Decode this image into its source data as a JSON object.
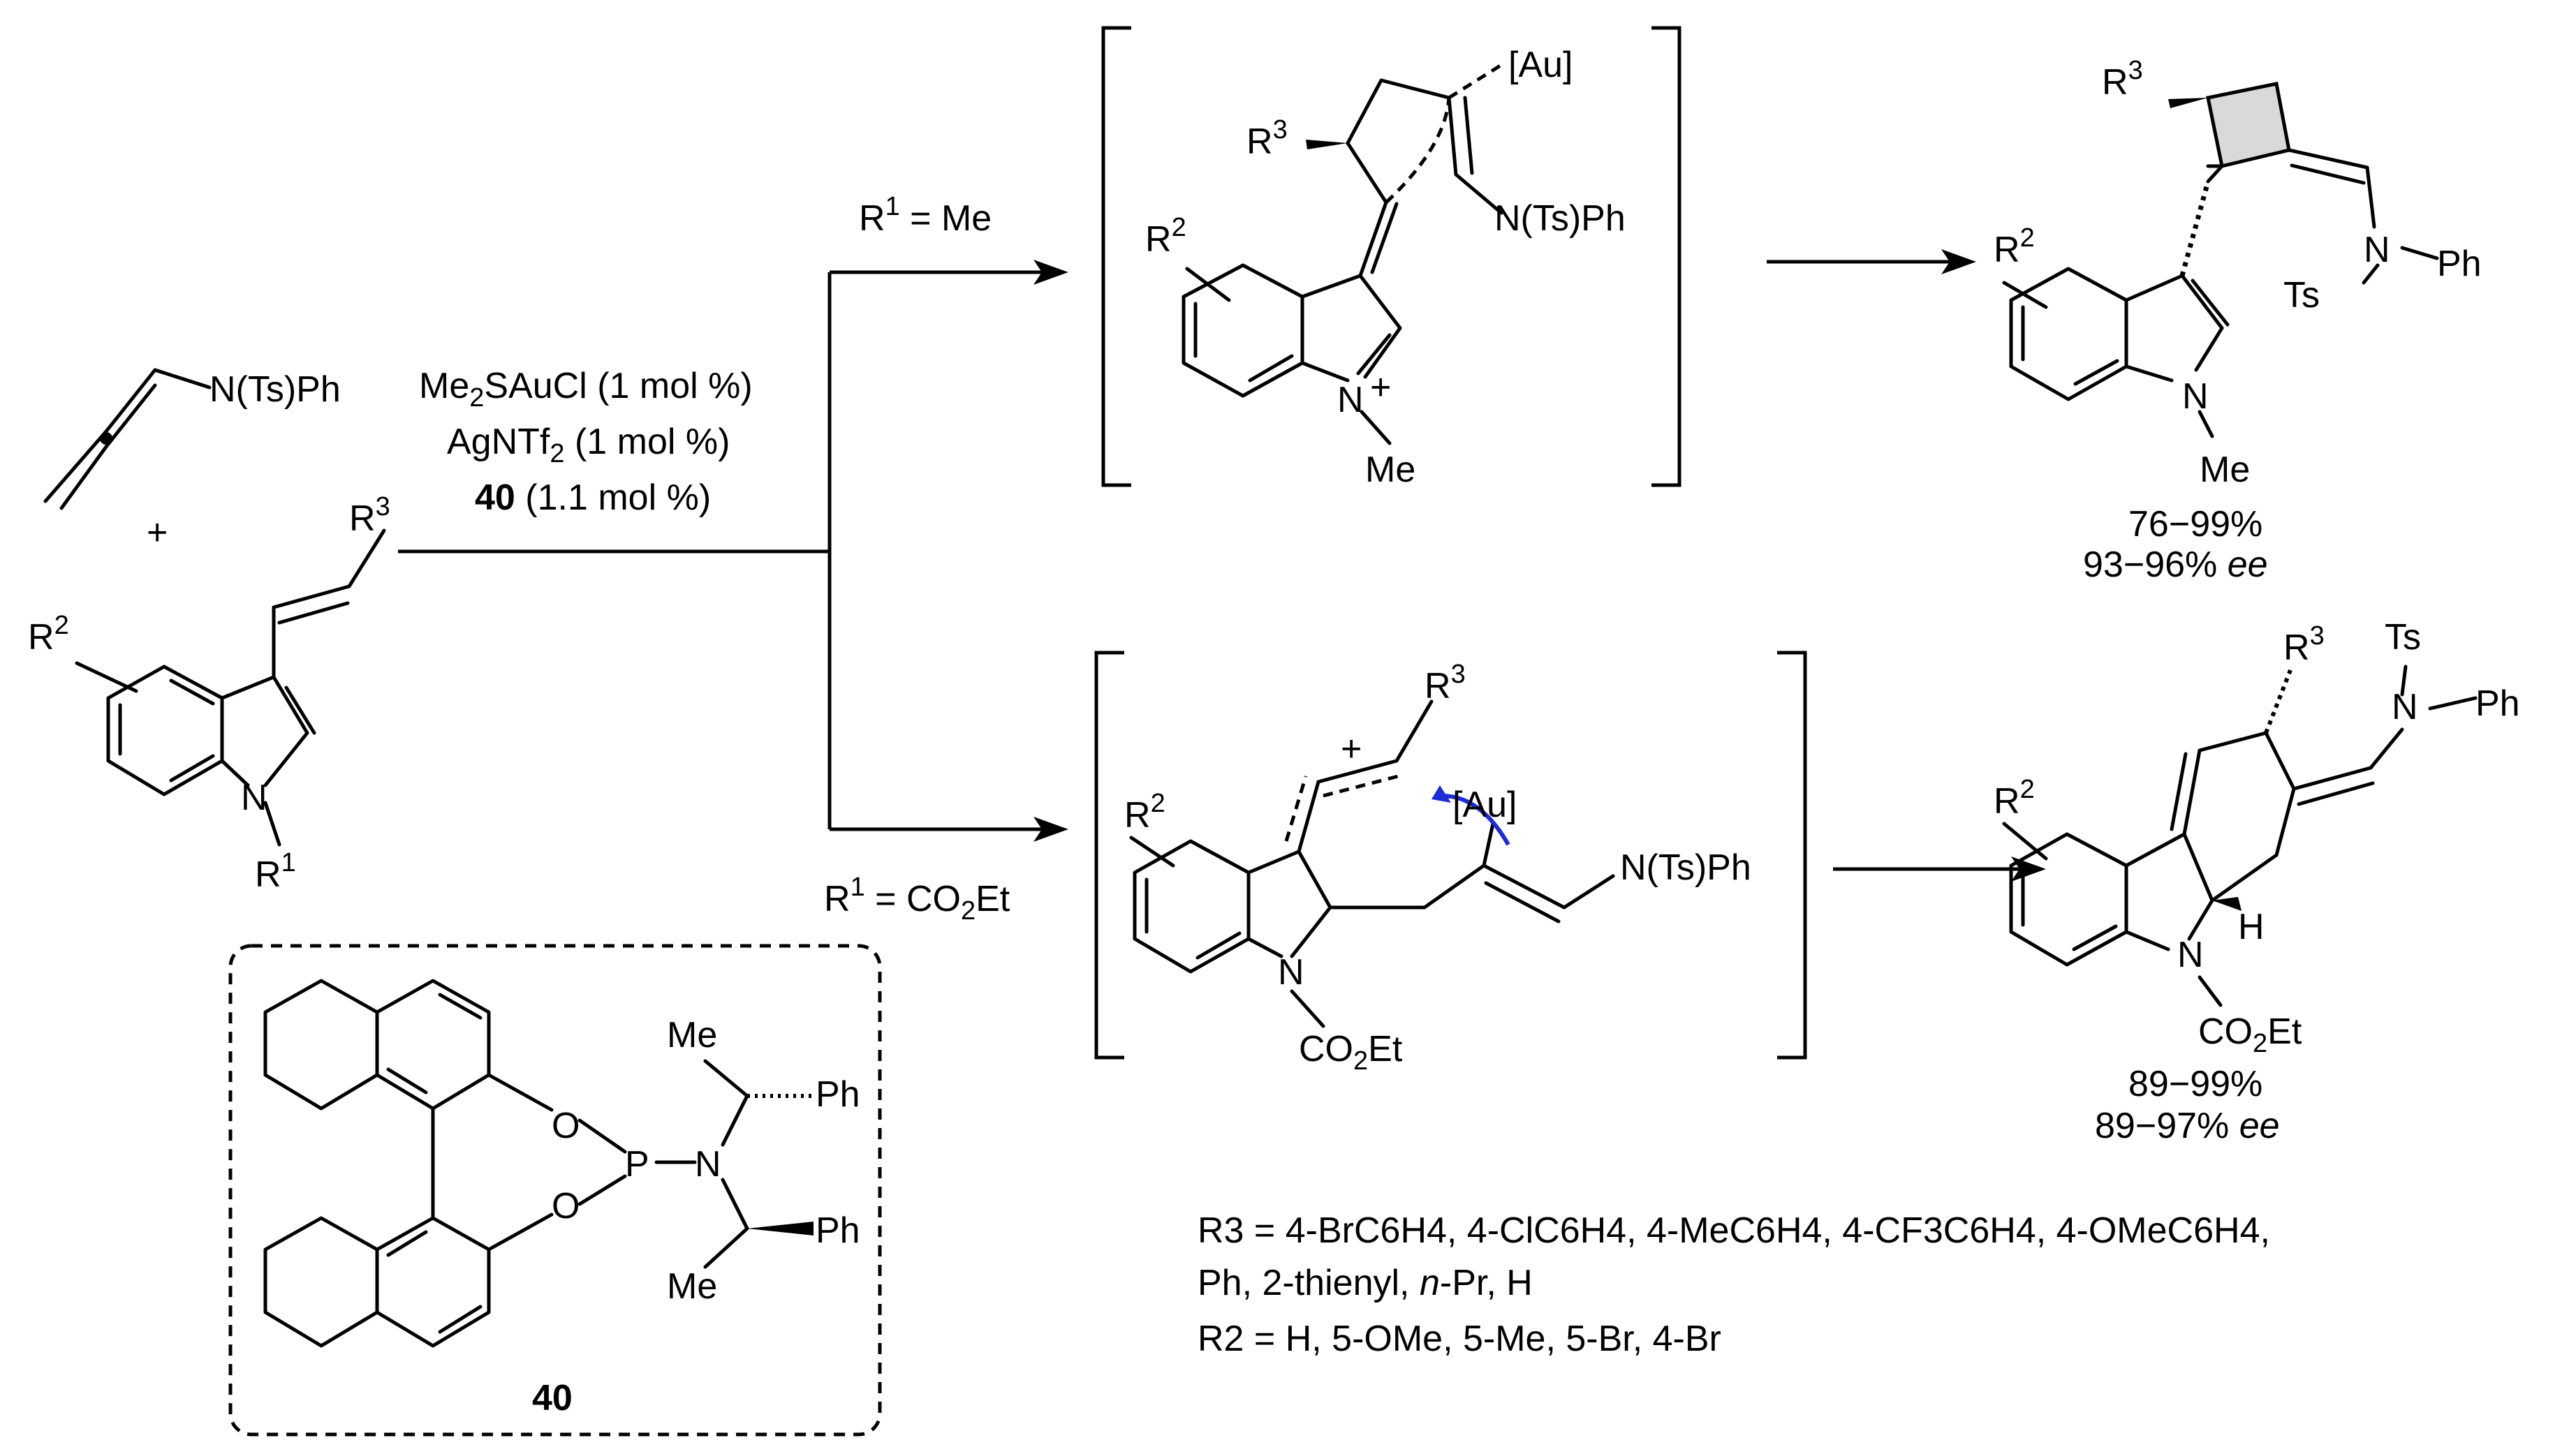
{
  "reagent_allenamide": "N(Ts)Ph",
  "plus_sign": "+",
  "indole_substituents": {
    "r3": "R",
    "r3_sup": "3",
    "r2": "R",
    "r2_sup": "2",
    "r1": "R",
    "r1_sup": "1"
  },
  "conditions": {
    "line1_main": "Me",
    "line1_sub": "2",
    "line1_rest": "SAuCl (1 mol %)",
    "line2_main": "AgNTf",
    "line2_sub": "2",
    "line2_rest": " (1 mol %)",
    "line3_bold": "40",
    "line3_rest": " (1.1 mol %)"
  },
  "branch_top": {
    "label": "R",
    "sup": "1",
    "rest": " = Me"
  },
  "branch_bottom": {
    "label": "R",
    "sup": "1",
    "rest": " = CO",
    "sub": "2",
    "tail": "Et"
  },
  "intermediate_top": {
    "au": "[Au]",
    "r3": "R",
    "r3_sup": "3",
    "r2": "R",
    "r2_sup": "2",
    "amide": "N(Ts)Ph",
    "n_plus": "N",
    "plus": "+",
    "me": "Me"
  },
  "product_top": {
    "r3": "R",
    "r3_sup": "3",
    "r2": "R",
    "r2_sup": "2",
    "n": "N",
    "ph": "Ph",
    "ts": "Ts",
    "n_indole": "N",
    "me": "Me",
    "yield": "76−99%",
    "ee_value": "93−96% ",
    "ee_label": "ee"
  },
  "intermediate_bottom": {
    "r3": "R",
    "r3_sup": "3",
    "plus": "+",
    "au": "[Au]",
    "r2": "R",
    "r2_sup": "2",
    "amide": "N(Ts)Ph",
    "n": "N",
    "co2et_main": "CO",
    "co2et_sub": "2",
    "co2et_tail": "Et"
  },
  "product_bottom": {
    "r3": "R",
    "r3_sup": "3",
    "ts": "Ts",
    "n": "N",
    "ph": "Ph",
    "r2": "R",
    "r2_sup": "2",
    "h": "H",
    "n_indole": "N",
    "co2et_main": "CO",
    "co2et_sub": "2",
    "co2et_tail": "Et",
    "yield": "89−99%",
    "ee_value": "89−97% ",
    "ee_label": "ee"
  },
  "ligand": {
    "o_top": "O",
    "o_bottom": "O",
    "p": "P",
    "n": "N",
    "me_top": "Me",
    "ph_top": "Ph",
    "ph_bottom": "Ph",
    "me_bottom": "Me",
    "label": "40"
  },
  "scope": {
    "r3_line1": "R3 = 4-BrC6H4, 4-ClC6H4, 4-MeC6H4, 4-CF3C6H4, 4-OMeC6H4,",
    "r3_line2_a": "Ph, 2-thienyl, ",
    "r3_line2_npr_n": "n",
    "r3_line2_npr_rest": "-Pr, H",
    "r2_line": "R2 = H, 5-OMe, 5-Me, 5-Br, 4-Br"
  },
  "colors": {
    "ink": "#000000",
    "curved_arrow": "#1f2bd6",
    "cyclobutane_fill": "#d9d9d9"
  }
}
